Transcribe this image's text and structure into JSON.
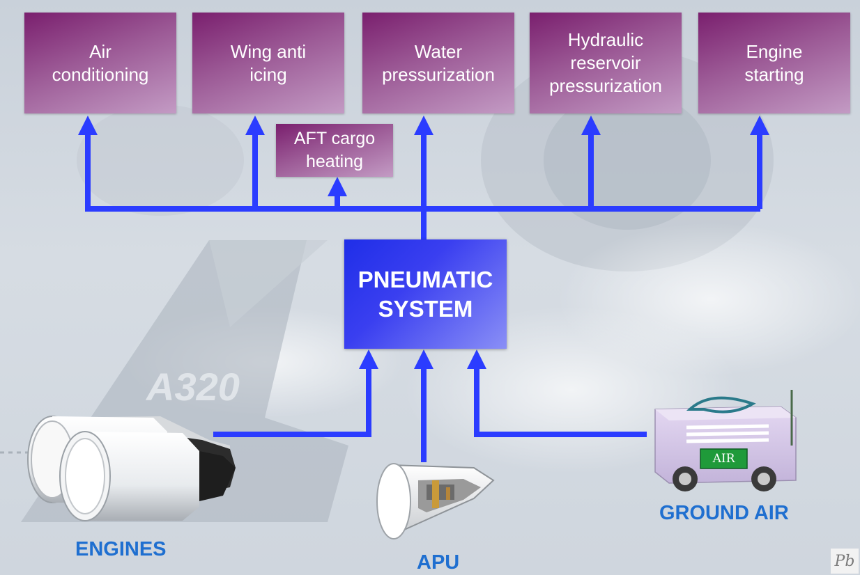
{
  "consumers": [
    {
      "id": "air-conditioning",
      "label": "Air\nconditioning"
    },
    {
      "id": "wing-anti-icing",
      "label": "Wing anti\nicing"
    },
    {
      "id": "water-pressurization",
      "label": "Water\npressurization"
    },
    {
      "id": "hydraulic-reservoir-pressurization",
      "label": "Hydraulic\nreservoir\npressurization"
    },
    {
      "id": "engine-starting",
      "label": "Engine\nstarting"
    },
    {
      "id": "aft-cargo-heating",
      "label": "AFT cargo\nheating"
    }
  ],
  "pneumatic_system": {
    "label": "PNEUMATIC\nSYSTEM"
  },
  "sources": {
    "engines": "ENGINES",
    "apu": "APU",
    "ground_air": "GROUND AIR",
    "ground_air_panel": "AIR"
  },
  "background": {
    "tail_marking": "A320"
  },
  "logo": {
    "text": "Pb"
  },
  "colors": {
    "consumer_box": "#9c5a96",
    "pneumatic_box": "#2a33ee",
    "flow_line": "#2b3cff",
    "source_label": "#1f6fd0"
  }
}
